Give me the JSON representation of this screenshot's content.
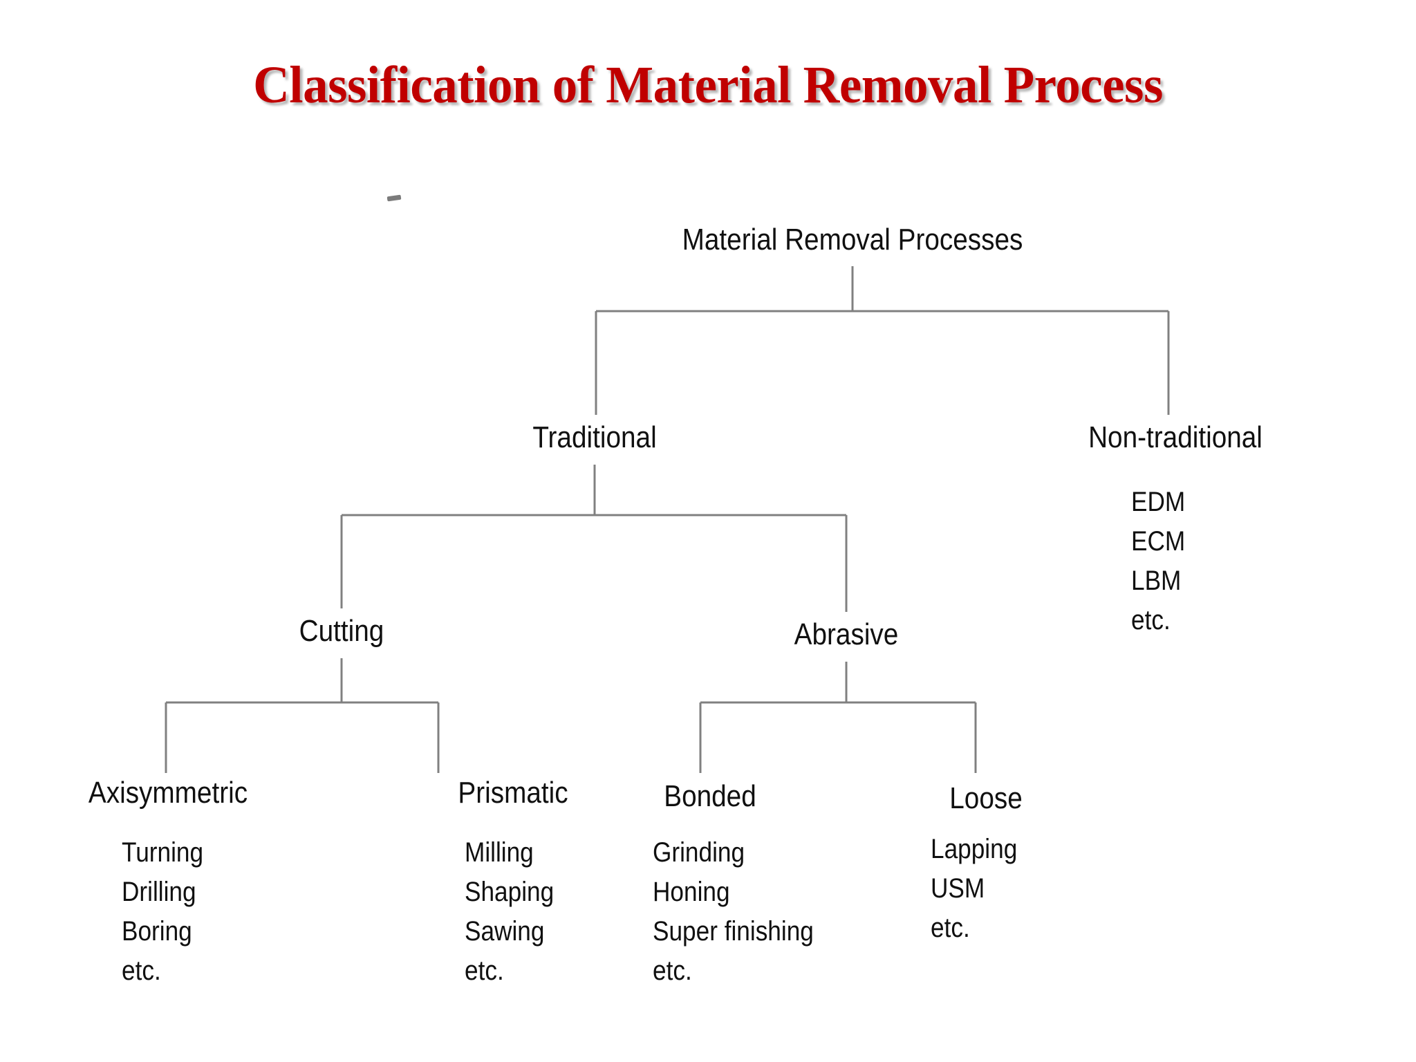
{
  "slide": {
    "title": "Classification of Material Removal Process",
    "title_color": "#C00000",
    "background_color": "#FFFFFF",
    "line_color": "#808080"
  },
  "diagram": {
    "type": "tree",
    "root": {
      "label": "Material Removal Processes"
    },
    "level1": [
      {
        "label": "Traditional"
      },
      {
        "label": "Non-traditional"
      }
    ],
    "level2": [
      {
        "label": "Cutting"
      },
      {
        "label": "Abrasive"
      }
    ],
    "level3": [
      {
        "label": "Axisymmetric"
      },
      {
        "label": "Prismatic"
      },
      {
        "label": "Bonded"
      },
      {
        "label": "Loose"
      }
    ],
    "leaf_lists": {
      "axisymmetric": [
        "Turning",
        "Drilling",
        "Boring",
        "etc."
      ],
      "prismatic": [
        "Milling",
        "Shaping",
        "Sawing",
        "etc."
      ],
      "bonded": [
        "Grinding",
        "Honing",
        "Super finishing",
        "etc."
      ],
      "loose": [
        "Lapping",
        "USM",
        "etc."
      ],
      "non_traditional": [
        "EDM",
        "ECM",
        "LBM",
        "etc."
      ]
    }
  }
}
